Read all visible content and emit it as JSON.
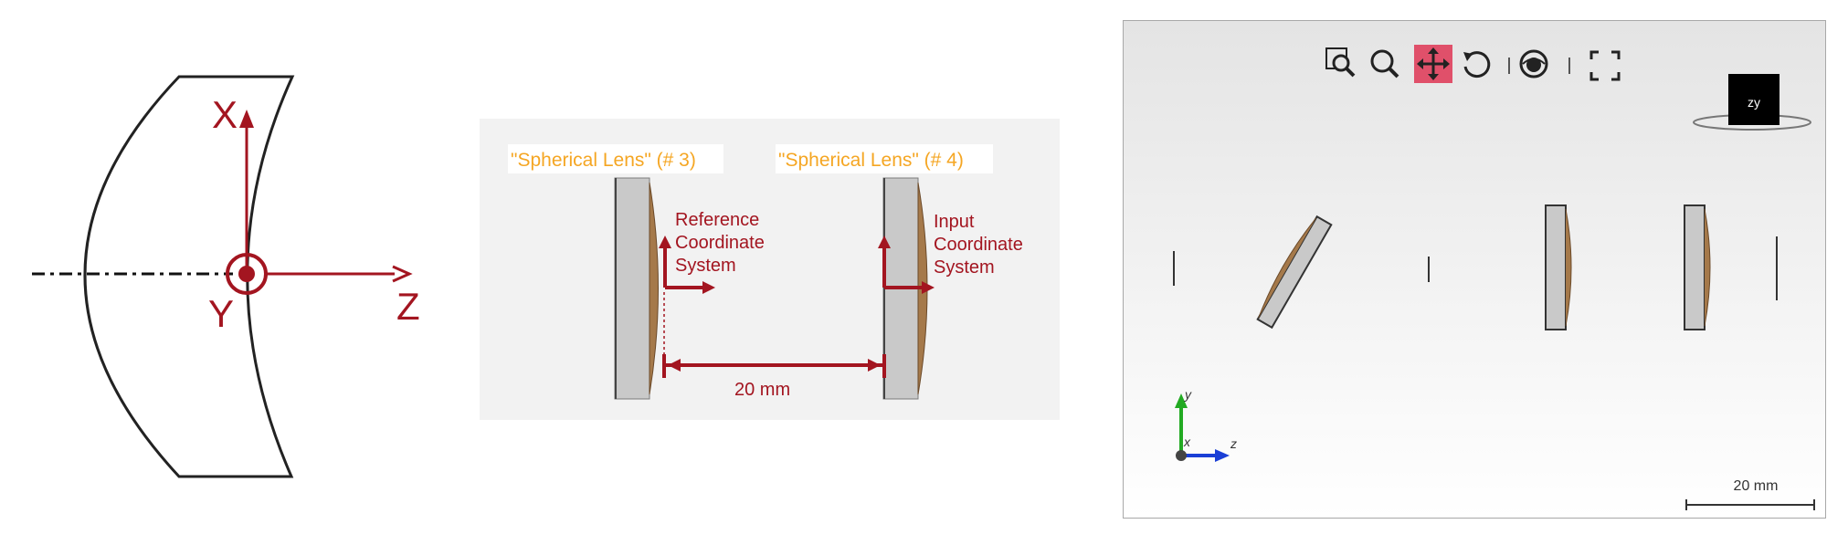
{
  "left_diagram": {
    "axis_x_label": "X",
    "axis_y_label": "Y",
    "axis_z_label": "Z",
    "accent_color": "#a31520"
  },
  "middle_diagram": {
    "lens3_label": "\"Spherical Lens\" (# 3)",
    "lens4_label": "\"Spherical Lens\" (# 4)",
    "ref_cs_label": [
      "Reference",
      "Coordinate",
      "System"
    ],
    "input_cs_label": [
      "Input",
      "Coordinate",
      "System"
    ],
    "distance_label": "20 mm",
    "label_color": "#f5a623",
    "accent_color": "#a31520"
  },
  "viewer": {
    "toolbar": {
      "zoom_region_icon": "zoom-region-icon",
      "zoom_icon": "magnifier-icon",
      "pan_icon": "pan-arrows-icon",
      "rotate_icon": "rotate-icon",
      "view_icon": "eye-icon",
      "fullscreen_icon": "fullscreen-icon",
      "active_color": "#e0506a"
    },
    "view_cube_label": "zy",
    "axis_labels": {
      "x": "x",
      "y": "y",
      "z": "z"
    },
    "scale_label": "20 mm"
  }
}
